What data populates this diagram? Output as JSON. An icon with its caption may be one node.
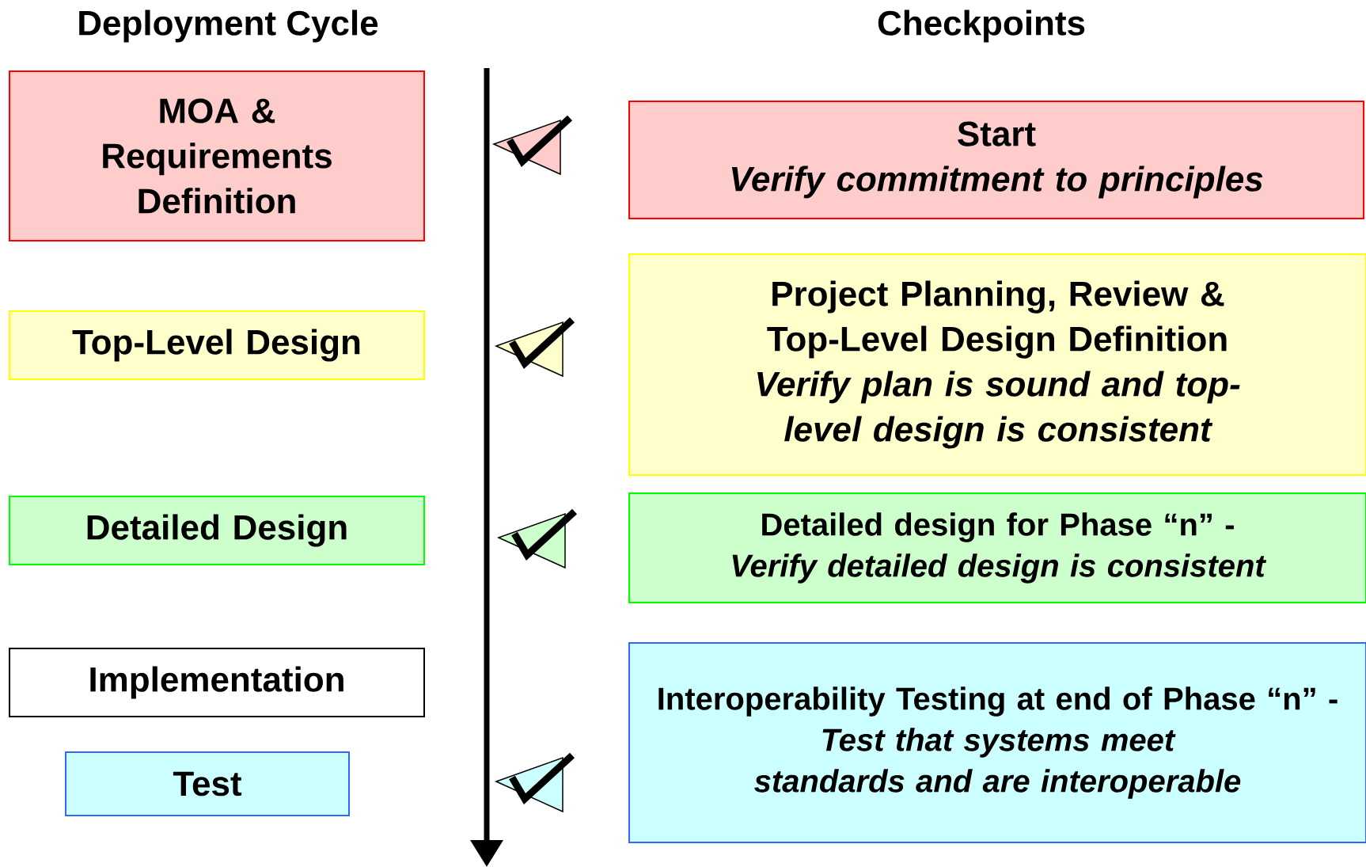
{
  "diagram": {
    "nodes": [
      {
        "text": [
          "MOA & Requirements Definition"
        ]
      },
      {
        "text": [
          "Top-Level Design"
        ]
      },
      {
        "text": [
          "Detailed Design"
        ]
      },
      {
        "text": [
          "Implementation"
        ]
      },
      {
        "text": [
          "Test"
        ]
      },
      {
        "text": [
          "Start",
          "Verify commitment to principles"
        ]
      },
      {
        "text": [
          "Project Planning, Review & Top-Level Design Definition",
          "Verify plan is sound and top-level design is consistent"
        ]
      },
      {
        "text": [
          "Detailed design for Phase “n” -",
          "Verify detailed design is consistent"
        ]
      },
      {
        "text": [
          "Interoperability Testing at end of Phase “n” -",
          "Test that systems meet standards and are interoperable"
        ]
      }
    ],
    "edges": [],
    "labels": [
      "Deployment Cycle",
      "Checkpoints"
    ]
  }
}
